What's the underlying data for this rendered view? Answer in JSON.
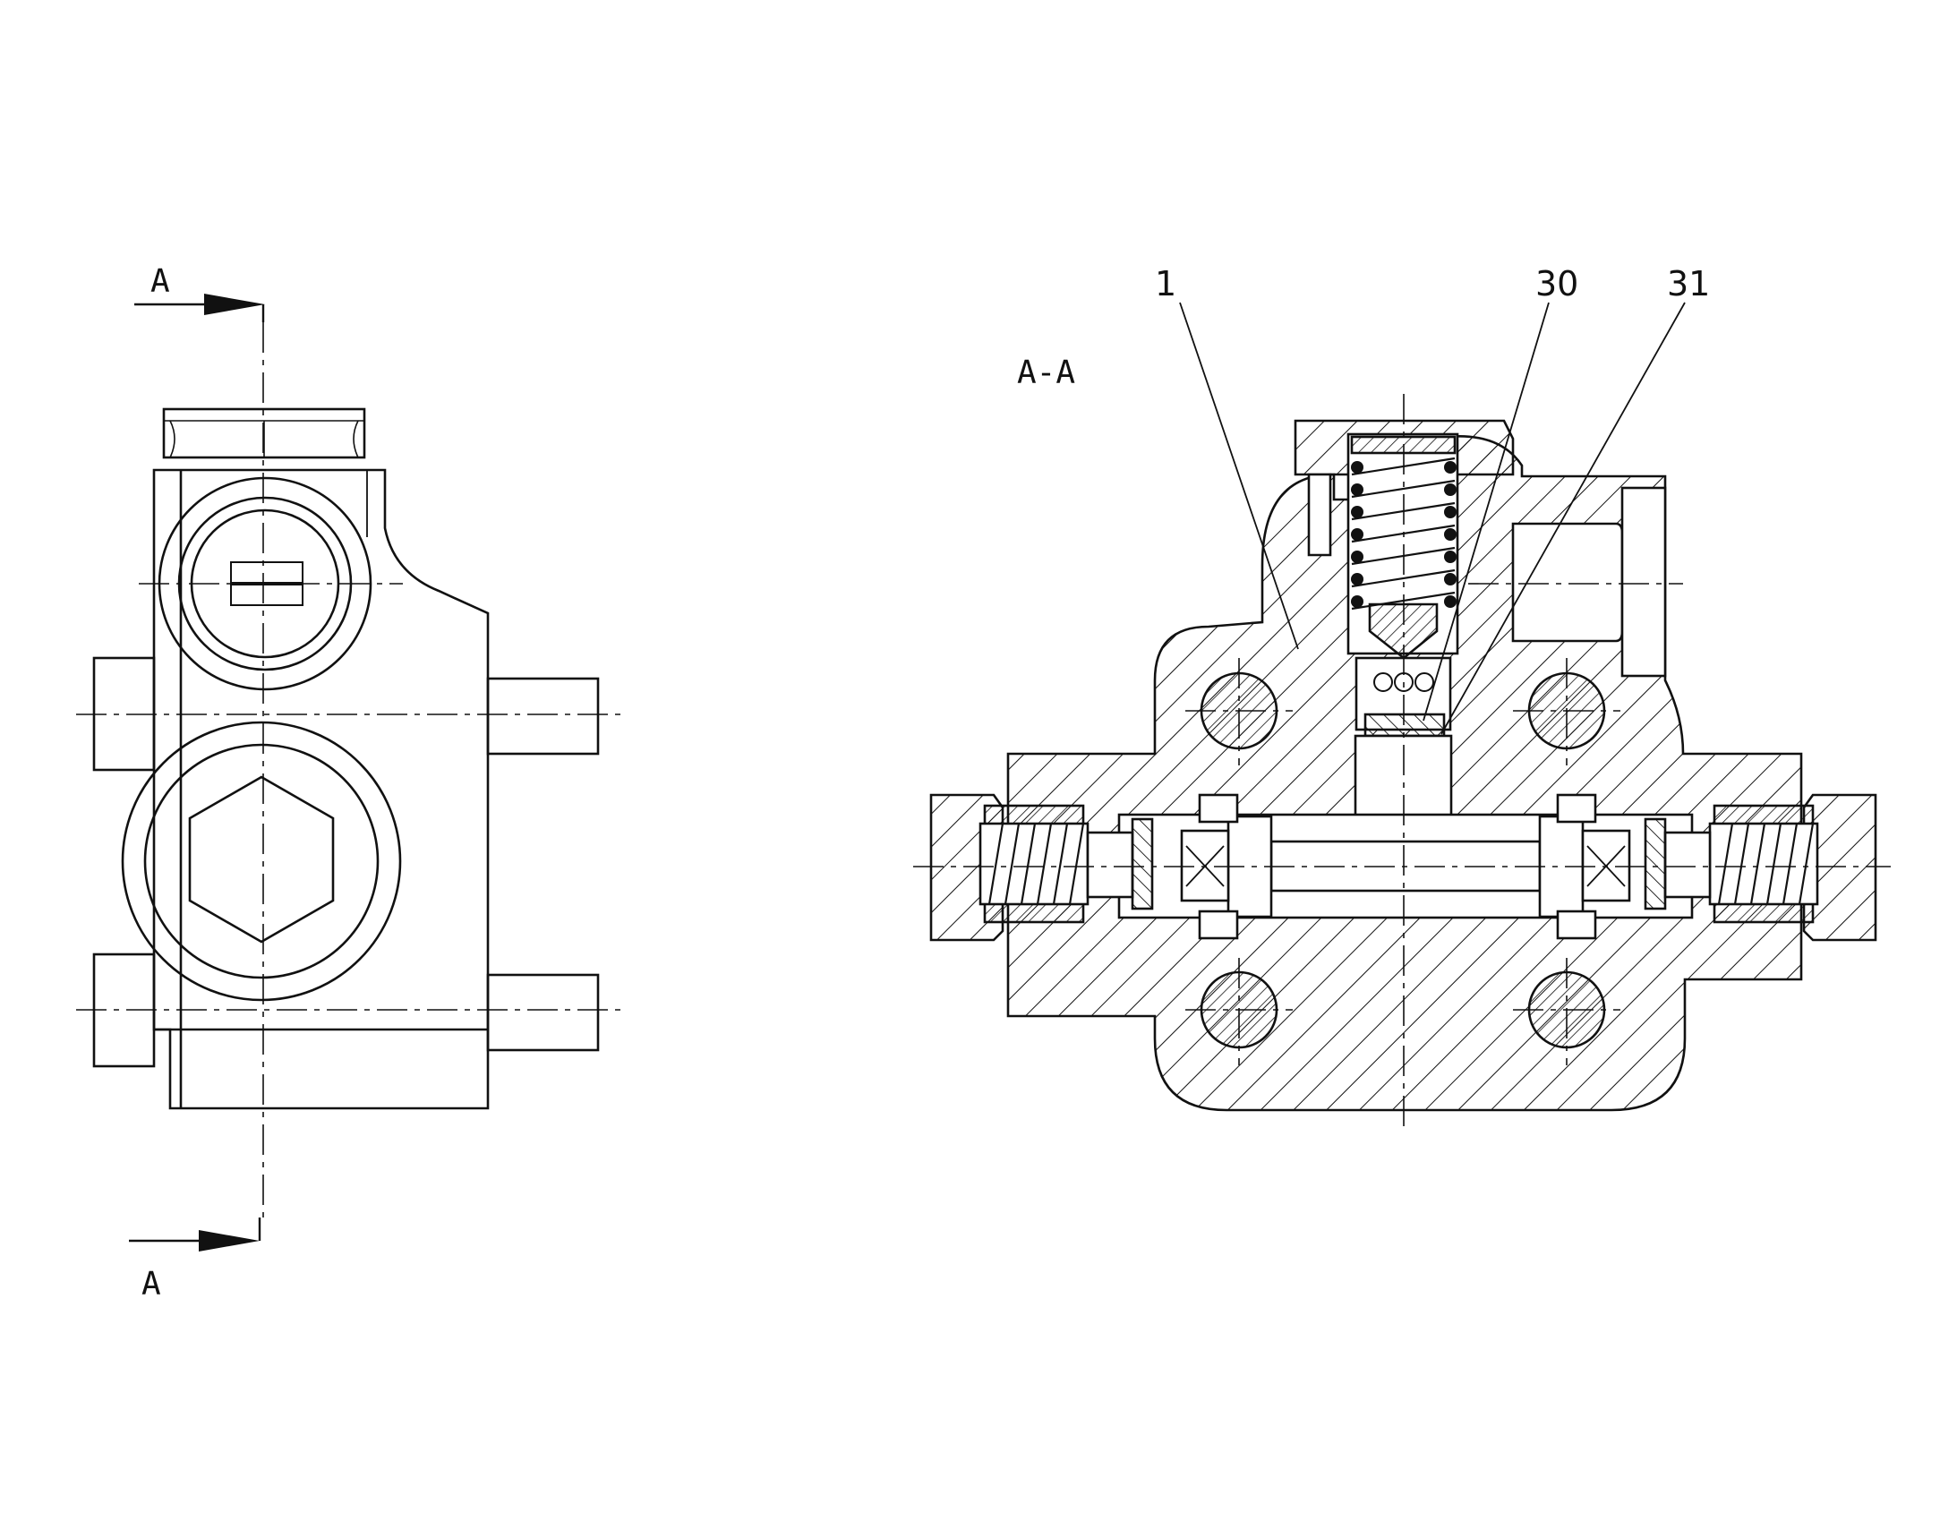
{
  "drawing": {
    "section_marker_top": "A",
    "section_marker_bottom": "A",
    "section_title": "A-A",
    "callouts": [
      {
        "id": "1",
        "label": "1"
      },
      {
        "id": "30",
        "label": "30"
      },
      {
        "id": "31",
        "label": "31"
      }
    ],
    "colors": {
      "ink": "#111111",
      "background": "#ffffff"
    }
  }
}
